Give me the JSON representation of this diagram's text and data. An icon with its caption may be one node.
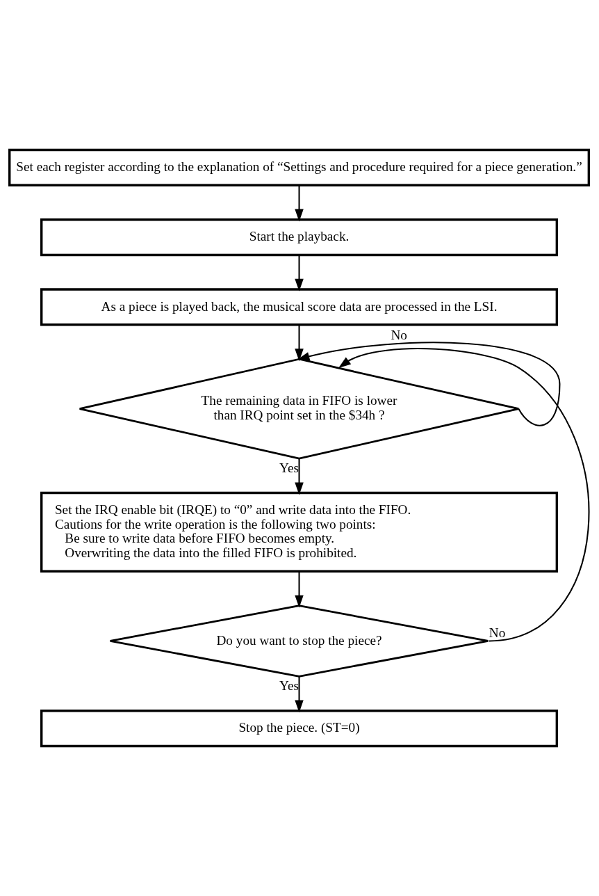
{
  "diagram": {
    "nodes": [
      {
        "text": [
          "Set each register according to the explanation of “Settings and procedure required for a piece generation.”"
        ]
      },
      {
        "text": [
          "Start the playback."
        ]
      },
      {
        "text": [
          "As a piece is played back, the musical score data are processed in the LSI."
        ]
      },
      {
        "text": [
          "The remaining data in FIFO is lower than IRQ point set in the $34h ?"
        ]
      },
      {
        "text": [
          "Set the IRQ enable bit (IRQE) to “0” and write data into the FIFO.",
          "Cautions for the write operation is the following two points:",
          "Be sure to write data before FIFO becomes empty.",
          "Overwriting the data into the filled FIFO is prohibited."
        ]
      },
      {
        "text": [
          "Do you want to stop the piece?"
        ]
      },
      {
        "text": [
          "Stop the piece. (ST=0)"
        ]
      }
    ],
    "edges": [
      {
        "from": 0,
        "to": 1,
        "arrow": "to"
      },
      {
        "from": 1,
        "to": 2,
        "arrow": "to"
      },
      {
        "from": 2,
        "to": 3,
        "arrow": "to"
      },
      {
        "from": 3,
        "to": 4,
        "arrow": "to",
        "label": "Yes"
      },
      {
        "from": 4,
        "to": 5,
        "arrow": "to"
      },
      {
        "from": 5,
        "to": 6,
        "arrow": "to",
        "label": "Yes"
      },
      {
        "from": 3,
        "to": 3,
        "arrow": "to",
        "label": "No"
      },
      {
        "from": 5,
        "to": 3,
        "arrow": "to",
        "label": "No"
      }
    ]
  }
}
